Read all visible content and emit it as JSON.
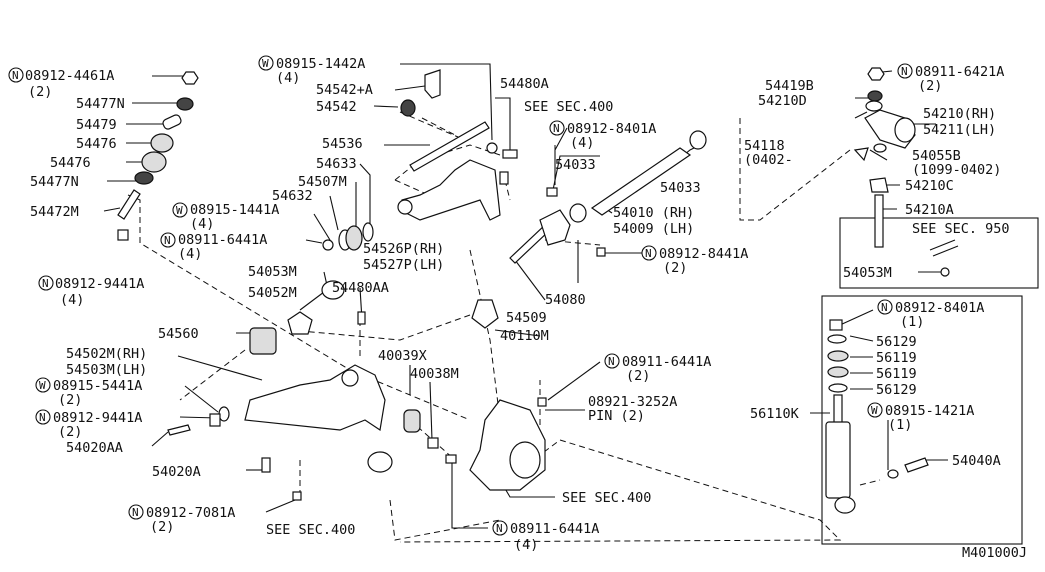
{
  "labels": {
    "l_08912_4461a": "08912-4461A",
    "l_08912_4461a_q": "(2)",
    "l_54477n_a": "54477N",
    "l_54479": "54479",
    "l_54476_a": "54476",
    "l_54476_b": "54476",
    "l_54477n_b": "54477N",
    "l_54472m": "54472M",
    "l_08912_9441a_top": "08912-9441A",
    "l_08912_9441a_top_q": "(4)",
    "l_08915_1442a": "08915-1442A",
    "l_08915_1442a_q": "(4)",
    "l_54542a": "54542+A",
    "l_54542": "54542",
    "l_54536": "54536",
    "l_54633": "54633",
    "l_54507m": "54507M",
    "l_54632": "54632",
    "l_08915_1441a": "08915-1441A",
    "l_08915_1441a_q": "(4)",
    "l_08911_6441a_a": "08911-6441A",
    "l_08911_6441a_a_q": "(4)",
    "l_54526p": "54526P(RH)",
    "l_54527p": "54527P(LH)",
    "l_54480a": "54480A",
    "l_see400_a": "SEE SEC.400",
    "l_08912_8401a_a": "08912-8401A",
    "l_08912_8401a_a_q": "(4)",
    "l_54033_a": "54033",
    "l_54033_b": "54033",
    "l_54010": "54010 (RH)",
    "l_54009": "54009 (LH)",
    "l_08912_8441a": "08912-8441A",
    "l_08912_8441a_q": "(2)",
    "l_54080": "54080",
    "l_54509": "54509",
    "l_40110m": "40110M",
    "l_54053m_a": "54053M",
    "l_54052m": "54052M",
    "l_54480aa": "54480AA",
    "l_54118": "54118",
    "l_0402": "(0402-",
    "l_54419b": "54419B",
    "l_54210d": "54210D",
    "l_08911_6421a": "08911-6421A",
    "l_08911_6421a_q": "(2)",
    "l_54210rh": "54210(RH)",
    "l_54211lh": "54211(LH)",
    "l_54055b": "54055B",
    "l_1099_0402": "(1099-0402)",
    "l_54210c": "54210C",
    "l_54210a": "54210A",
    "l_see950": "SEE SEC. 950",
    "l_54053m_b": "54053M",
    "l_54560": "54560",
    "l_54502m": "54502M(RH)",
    "l_54503m": "54503M(LH)",
    "l_08915_5441a": "08915-5441A",
    "l_08915_5441a_q": "(2)",
    "l_08912_9441a_b": "08912-9441A",
    "l_08912_9441a_b_q": "(2)",
    "l_54020aa": "54020AA",
    "l_54020a": "54020A",
    "l_08912_7081a": "08912-7081A",
    "l_08912_7081a_q": "(2)",
    "l_see400_b": "SEE SEC.400",
    "l_40039x": "40039X",
    "l_40038m": "40038M",
    "l_08911_6441a_b": "08911-6441A",
    "l_08911_6441a_b_q": "(2)",
    "l_08921_3252a": "08921-3252A",
    "l_pin2": "PIN (2)",
    "l_see400_c": "SEE SEC.400",
    "l_08911_6441a_c": "08911-6441A",
    "l_08911_6441a_c_q": "(4)",
    "l_08912_8401a_b": "08912-8401A",
    "l_08912_8401a_b_q": "(1)",
    "l_56129_a": "56129",
    "l_56119_a": "56119",
    "l_56119_b": "56119",
    "l_56129_b": "56129",
    "l_56110k": "56110K",
    "l_08915_1421a": "08915-1421A",
    "l_08915_1421a_q": "(1)",
    "l_54040a": "54040A",
    "l_m401000j": "M401000J"
  },
  "symbols": {
    "n": "N",
    "w": "W"
  }
}
